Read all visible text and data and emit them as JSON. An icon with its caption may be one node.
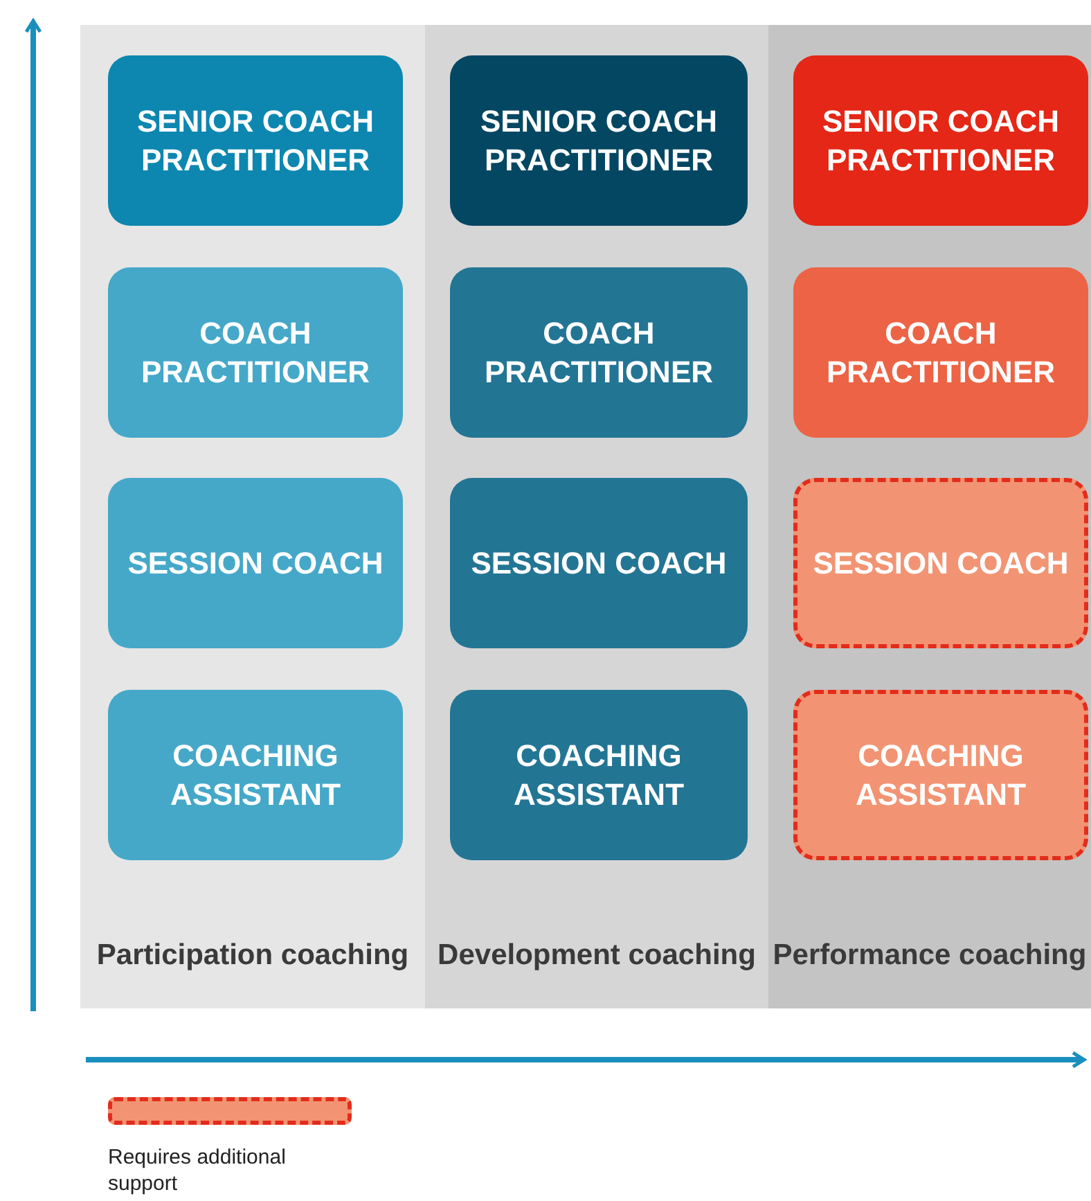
{
  "diagram": {
    "nodes": [
      {
        "text": [
          "Participation coaching"
        ]
      },
      {
        "text": [
          "SENIOR COACH PRACTITIONER"
        ],
        "in": 0
      },
      {
        "text": [
          "COACH PRACTITIONER"
        ],
        "in": 0
      },
      {
        "text": [
          "SESSION COACH"
        ],
        "in": 0
      },
      {
        "text": [
          "COACHING ASSISTANT"
        ],
        "in": 0
      },
      {
        "text": [
          "Development coaching"
        ]
      },
      {
        "text": [
          "SENIOR COACH PRACTITIONER"
        ],
        "in": 5
      },
      {
        "text": [
          "COACH PRACTITIONER"
        ],
        "in": 5
      },
      {
        "text": [
          "SESSION COACH"
        ],
        "in": 5
      },
      {
        "text": [
          "COACHING ASSISTANT"
        ],
        "in": 5
      },
      {
        "text": [
          "Performance coaching"
        ]
      },
      {
        "text": [
          "SENIOR COACH PRACTITIONER"
        ],
        "in": 10
      },
      {
        "text": [
          "COACH PRACTITIONER"
        ],
        "in": 10
      },
      {
        "text": [
          "SESSION COACH"
        ],
        "in": 10
      },
      {
        "text": [
          "COACHING ASSISTANT"
        ],
        "in": 10
      }
    ],
    "edges": [],
    "legend": [
      {
        "text": "Requires additional support"
      }
    ]
  }
}
